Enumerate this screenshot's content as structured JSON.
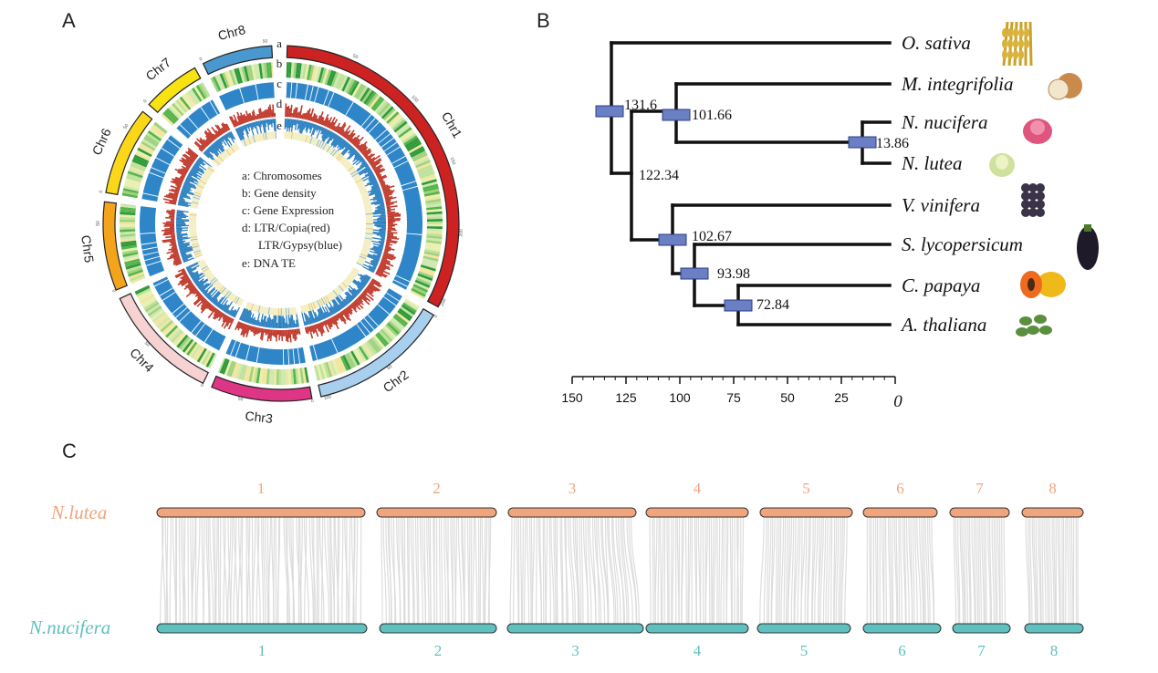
{
  "panels": {
    "a": "A",
    "b": "B",
    "c": "C"
  },
  "circos": {
    "chromosomes": [
      {
        "name": "Chr1",
        "color": "#cc2222",
        "start": 2,
        "end": 118
      },
      {
        "name": "Chr2",
        "color": "#a8d0ee",
        "start": 121,
        "end": 167
      },
      {
        "name": "Chr3",
        "color": "#de3584",
        "start": 170,
        "end": 203
      },
      {
        "name": "Chr4",
        "color": "#f6d2d2",
        "start": 206,
        "end": 245
      },
      {
        "name": "Chr5",
        "color": "#f3a41c",
        "start": 248,
        "end": 277
      },
      {
        "name": "Chr6",
        "color": "#fbd71a",
        "start": 280,
        "end": 309
      },
      {
        "name": "Chr7",
        "color": "#f8e312",
        "start": 312,
        "end": 331
      },
      {
        "name": "Chr8",
        "color": "#4b97cf",
        "start": 334,
        "end": 357
      }
    ],
    "track_letters": [
      "a",
      "b",
      "c",
      "d",
      "e"
    ],
    "legend": [
      "a: Chromosomes",
      "b: Gene density",
      "c: Gene Expression",
      "d: LTR/Copia(red)",
      "LTR/Gypsy(blue)",
      "e: DNA TE"
    ],
    "ticks": [
      {
        "label": "50",
        "angle": 24
      },
      {
        "label": "100",
        "angle": 47
      },
      {
        "label": "150",
        "angle": 70
      },
      {
        "label": "200",
        "angle": 93
      },
      {
        "label": "250",
        "angle": 116
      },
      {
        "label": "0",
        "angle": 121
      },
      {
        "label": "50",
        "angle": 143
      },
      {
        "label": "100",
        "angle": 165
      },
      {
        "label": "0",
        "angle": 170
      },
      {
        "label": "50",
        "angle": 193
      },
      {
        "label": "0",
        "angle": 206
      },
      {
        "label": "50",
        "angle": 228
      },
      {
        "label": "0",
        "angle": 248
      },
      {
        "label": "50",
        "angle": 270
      },
      {
        "label": "0",
        "angle": 280
      },
      {
        "label": "50",
        "angle": 302
      },
      {
        "label": "0",
        "angle": 312
      },
      {
        "label": "0",
        "angle": 334
      },
      {
        "label": "50",
        "angle": 355
      }
    ]
  },
  "tree": {
    "species": [
      "O. sativa",
      "M. integrifolia",
      "N. nucifera",
      "N. lutea",
      "V. vinifera",
      "S. lycopersicum",
      "C. papaya",
      "A.  thaliana"
    ],
    "nodes": [
      {
        "id": "root",
        "age": 131.6,
        "label": "131.6"
      },
      {
        "id": "mac_nel",
        "age": 101.66,
        "label": "101.66"
      },
      {
        "id": "nelumbo",
        "age": 13.86,
        "label": "13.86"
      },
      {
        "id": "eudicot_core",
        "age": 122.34,
        "label": "122.34"
      },
      {
        "id": "rosid_asterid",
        "age": 102.67,
        "label": "102.67"
      },
      {
        "id": "sol_rosid",
        "age": 93.98,
        "label": "93.98"
      },
      {
        "id": "brassicales",
        "age": 72.84,
        "label": "72.84"
      }
    ],
    "axis_ticks": [
      "150",
      "125",
      "100",
      "75",
      "50",
      "25",
      "0"
    ],
    "axis_min": 0,
    "axis_max": 150,
    "node_bar_color": "#6b7fc4"
  },
  "synteny": {
    "top_genome": "N.lutea",
    "bottom_genome": "N.nucifera",
    "top_color": "#f0a57c",
    "bottom_color": "#5ec0bf",
    "top_chromosomes": [
      {
        "label": "1",
        "length": 90
      },
      {
        "label": "2",
        "length": 52
      },
      {
        "label": "3",
        "length": 57
      },
      {
        "label": "4",
        "length": 47
      },
      {
        "label": "5",
        "length": 40
      },
      {
        "label": "6",
        "length": 31
      },
      {
        "label": "7",
        "length": 24
      },
      {
        "label": "8",
        "length": 24
      }
    ],
    "bottom_chromosomes": [
      {
        "label": "1",
        "length": 90
      },
      {
        "label": "2",
        "length": 52
      },
      {
        "label": "3",
        "length": 57
      },
      {
        "label": "4",
        "length": 47
      },
      {
        "label": "5",
        "length": 40
      },
      {
        "label": "6",
        "length": 31
      },
      {
        "label": "7",
        "length": 24
      },
      {
        "label": "8",
        "length": 24
      }
    ],
    "link_color": "#d9d9d9"
  }
}
